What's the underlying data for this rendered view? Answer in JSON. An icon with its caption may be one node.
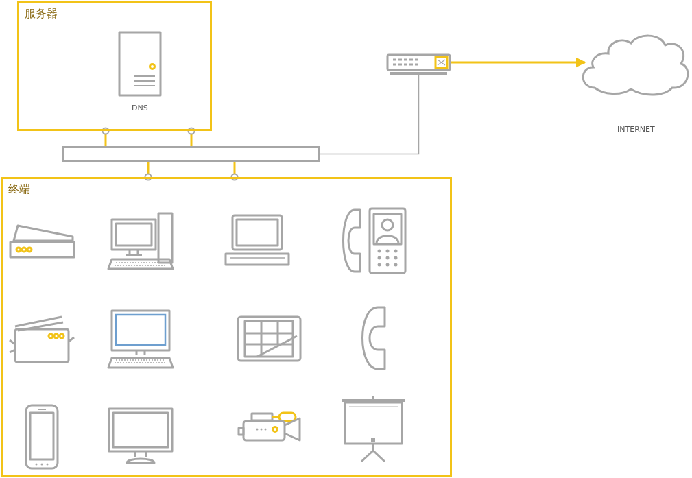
{
  "diagram": {
    "nodes": [
      {
        "text": [
          "服务器"
        ]
      },
      {
        "text": [],
        "shape": "picture",
        "in": 0,
        "beside": [
          "DNS"
        ]
      },
      {
        "text": [],
        "shape": "bar"
      },
      {
        "text": [],
        "shape": "picture"
      },
      {
        "text": [],
        "shape": "cloud"
      },
      {
        "text": [
          "终端"
        ]
      },
      {
        "text": [],
        "shape": "picture",
        "in": 5
      },
      {
        "text": [],
        "shape": "picture",
        "in": 5
      },
      {
        "text": [],
        "shape": "picture",
        "in": 5
      },
      {
        "text": [],
        "shape": "picture",
        "in": 5
      },
      {
        "text": [],
        "shape": "picture",
        "in": 5
      },
      {
        "text": [],
        "shape": "picture",
        "in": 5
      },
      {
        "text": [],
        "shape": "picture",
        "in": 5
      },
      {
        "text": [],
        "shape": "picture",
        "in": 5
      },
      {
        "text": [],
        "shape": "picture",
        "in": 5
      },
      {
        "text": [],
        "shape": "picture",
        "in": 5
      },
      {
        "text": [],
        "shape": "picture",
        "in": 5
      },
      {
        "text": [],
        "shape": "picture",
        "in": 5
      }
    ],
    "edges": [
      {
        "from": 0,
        "to": 2,
        "arrow": "other"
      },
      {
        "from": 0,
        "to": 2,
        "arrow": "other"
      },
      {
        "from": 2,
        "to": 5,
        "arrow": "other"
      },
      {
        "from": 2,
        "to": 5,
        "arrow": "other"
      },
      {
        "from": 2,
        "to": 3,
        "arrow": "none",
        "color": "#a6a6a6"
      },
      {
        "from": 3,
        "to": 4,
        "arrow": "to"
      }
    ],
    "labels": [
      "INTERNET"
    ]
  }
}
